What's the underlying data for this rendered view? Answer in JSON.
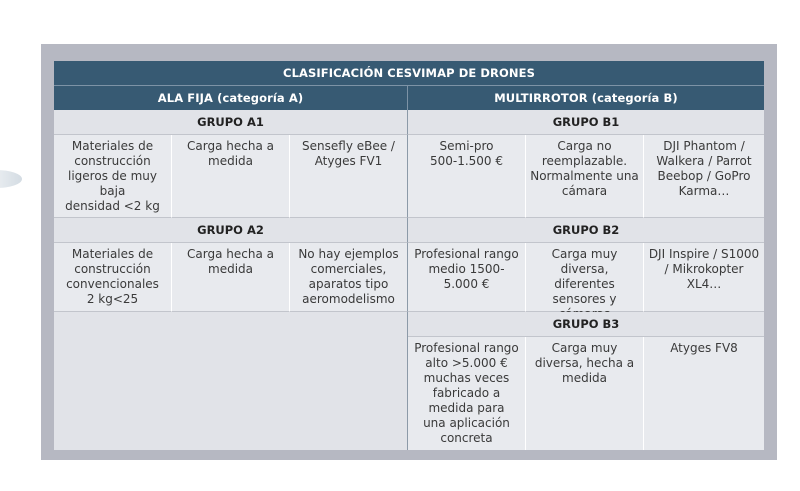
{
  "table": {
    "title": "CLASIFICACIÓN CESVIMAP DE DRONES",
    "col_a": "ALA FIJA (categoría A)",
    "col_b": "MULTIRROTOR (categoría B)",
    "a1": {
      "label": "GRUPO A1",
      "cells": [
        "Materiales de\nconstrucción\nligeros de muy baja\ndensidad <2 kg",
        "Carga hecha a\nmedida",
        "Sensefly eBee /\nAtyges FV1"
      ]
    },
    "b1": {
      "label": "GRUPO B1",
      "cells": [
        "Semi-pro\n500-1.500 €",
        "Carga no\nreemplazable.\nNormalmente una\ncámara",
        "DJI Phantom /\nWalkera / Parrot\nBeebop / GoPro\nKarma…"
      ]
    },
    "a2": {
      "label": "GRUPO A2",
      "cells": [
        "Materiales de\nconstrucción\nconvencionales\n2 kg<25",
        "Carga hecha a\nmedida",
        "No hay ejemplos\ncomerciales,\naparatos tipo\naeromodelismo"
      ]
    },
    "b2": {
      "label": "GRUPO B2",
      "cells": [
        "Profesional rango\nmedio 1500-5.000 €",
        "Carga muy\ndiversa, diferentes\nsensores y\ncámaras",
        "DJI Inspire / S1000\n/ Mikrokopter\nXL4…"
      ]
    },
    "b3": {
      "label": "GRUPO B3",
      "cells": [
        "Profesional rango\nalto >5.000 €\nmuchas veces\nfabricado a\nmedida para\nuna aplicación\nconcreta",
        "Carga muy\ndiversa, hecha a\nmedida",
        "Atyges FV8"
      ]
    }
  }
}
